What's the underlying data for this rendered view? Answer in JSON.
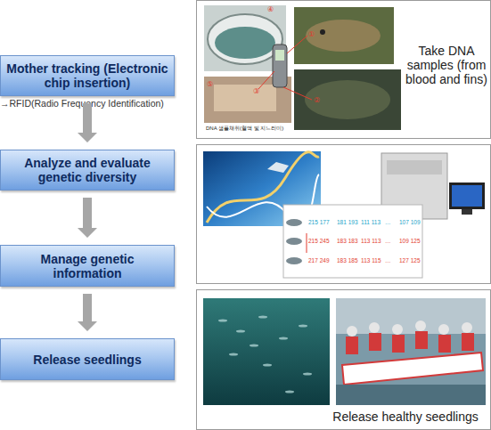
{
  "diagram": {
    "nodes": [
      {
        "text": [
          "Mother tracking (Electronic chip insertion)"
        ]
      },
      {
        "text": [
          "Analyze and evaluate genetic diversity"
        ]
      },
      {
        "text": [
          "Manage genetic information"
        ]
      },
      {
        "text": [
          "Release seedlings"
        ]
      },
      {
        "text": [
          "Take DNA samples (from blood and fins)"
        ]
      },
      {
        "text": [
          "Release healthy seedlings"
        ]
      }
    ],
    "edges": [
      {
        "from": 0,
        "to": 1,
        "arrow": "to"
      },
      {
        "from": 1,
        "to": 2,
        "arrow": "to"
      },
      {
        "from": 2,
        "to": 3,
        "arrow": "to"
      }
    ],
    "labels": [
      "→RFID(Radio Frequency Identification)",
      "DNA 샘플채취(혈액 및 지느러미)",
      "①",
      "②",
      "③",
      "④",
      "⑤",
      "215 177",
      "181 193",
      "111 113",
      "…",
      "107 109",
      "215 245",
      "183 183",
      "113 113",
      "…",
      "109 125",
      "217 249",
      "183 185",
      "113 115",
      "…",
      "127 125"
    ]
  }
}
